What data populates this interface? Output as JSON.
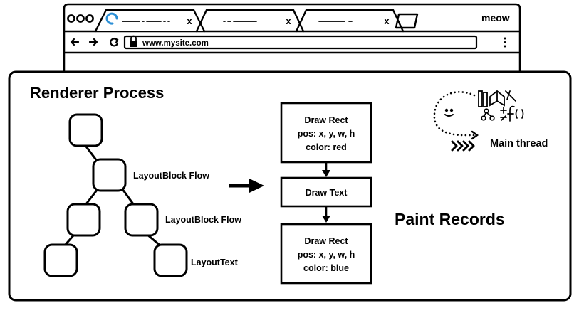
{
  "browser": {
    "profile_name": "meow",
    "address": "www.mysite.com",
    "tabs": [
      {
        "close_glyph": "x"
      },
      {
        "close_glyph": "x"
      },
      {
        "close_glyph": "x"
      }
    ],
    "icons": [
      "back-arrow-icon",
      "forward-arrow-icon",
      "reload-icon",
      "lock-icon",
      "kebab-menu-icon"
    ]
  },
  "panel": {
    "title": "Renderer Process",
    "tree_labels": {
      "node2": "LayoutBlock Flow",
      "node4": "LayoutBlock Flow",
      "node6": "LayoutText"
    },
    "paint_records": [
      {
        "lines": [
          "Draw Rect",
          "pos: x, y, w, h",
          "color: red"
        ]
      },
      {
        "lines": [
          "Draw Text"
        ]
      },
      {
        "lines": [
          "Draw Rect",
          "pos: x, y, w, h",
          "color: blue"
        ]
      }
    ],
    "paint_records_label": "Paint Records",
    "main_thread_label": "Main thread",
    "main_thread_icons": [
      "smiley-face-icon",
      "books-icon",
      "tree-doodle-icon",
      "math-doodle-icon"
    ]
  }
}
